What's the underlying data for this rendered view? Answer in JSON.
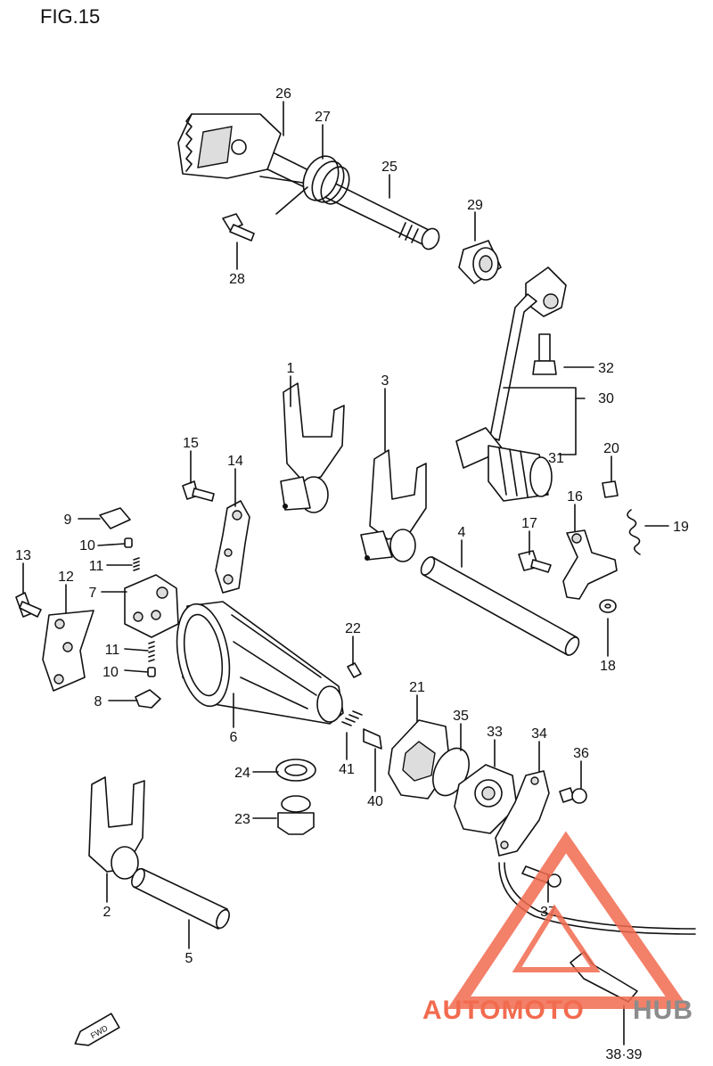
{
  "figure": {
    "title": "FIG.15"
  },
  "watermark": {
    "part_a": "AUTOMOTO",
    "part_b": "HUB",
    "color_a": "#f26b4f",
    "color_b": "#8c8c8c",
    "logo_color": "#f26b4f"
  },
  "callouts": [
    "26",
    "27",
    "25",
    "29",
    "28",
    "32",
    "30",
    "31",
    "1",
    "3",
    "15",
    "14",
    "20",
    "16",
    "19",
    "9",
    "10",
    "11",
    "13",
    "12",
    "7",
    "4",
    "17",
    "22",
    "11",
    "10",
    "18",
    "8",
    "21",
    "35",
    "33",
    "34",
    "36",
    "6",
    "24",
    "41",
    "40",
    "23",
    "37",
    "2",
    "5",
    "38·39"
  ],
  "fwd_label": "FWD"
}
